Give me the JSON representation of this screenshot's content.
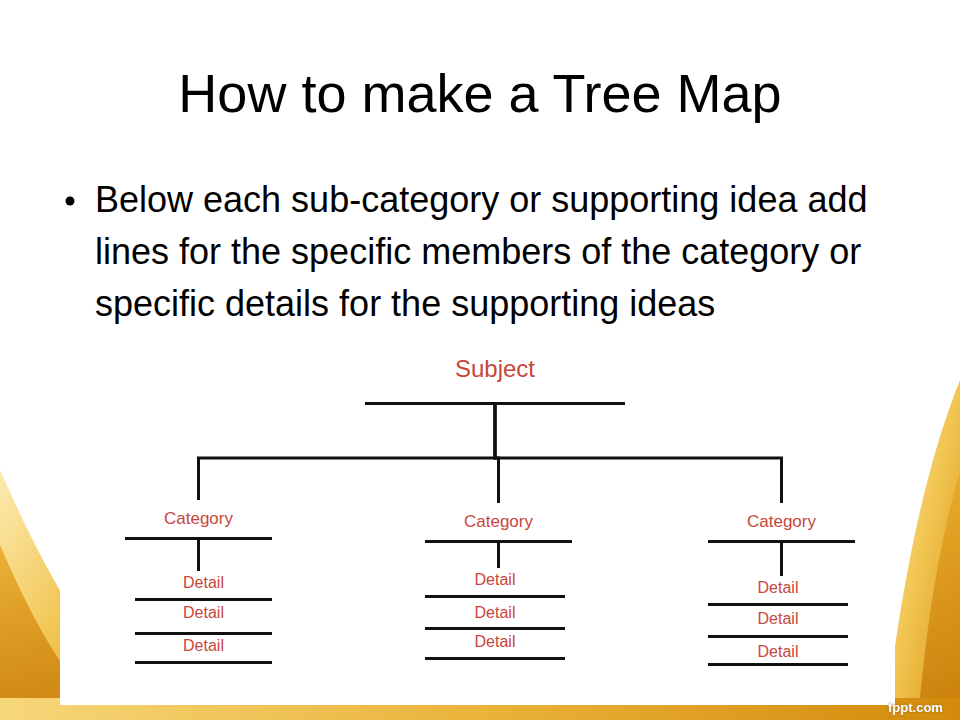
{
  "diagram": {
    "title": "How to make a Tree Map",
    "nodes": [
      {
        "text": [
          "Subject"
        ]
      },
      {
        "text": [
          "Category"
        ]
      },
      {
        "text": [
          "Category"
        ]
      },
      {
        "text": [
          "Category"
        ]
      },
      {
        "text": [
          "Detail"
        ]
      },
      {
        "text": [
          "Detail"
        ]
      },
      {
        "text": [
          "Detail"
        ]
      },
      {
        "text": [
          "Detail"
        ]
      },
      {
        "text": [
          "Detail"
        ]
      },
      {
        "text": [
          "Detail"
        ]
      },
      {
        "text": [
          "Detail"
        ]
      },
      {
        "text": [
          "Detail"
        ]
      },
      {
        "text": [
          "Detail"
        ]
      }
    ],
    "edges": [
      {
        "from": 0,
        "to": 1,
        "arrow": "none"
      },
      {
        "from": 0,
        "to": 2,
        "arrow": "none"
      },
      {
        "from": 0,
        "to": 3,
        "arrow": "none"
      },
      {
        "from": 1,
        "to": 4,
        "arrow": "none"
      },
      {
        "from": 2,
        "to": 5,
        "arrow": "none"
      },
      {
        "from": 3,
        "to": 6,
        "arrow": "none"
      }
    ],
    "labels": [
      "Below each sub-category or supporting idea add lines for the specific members of the category or specific details for the supporting ideas",
      "fppt.com"
    ]
  }
}
